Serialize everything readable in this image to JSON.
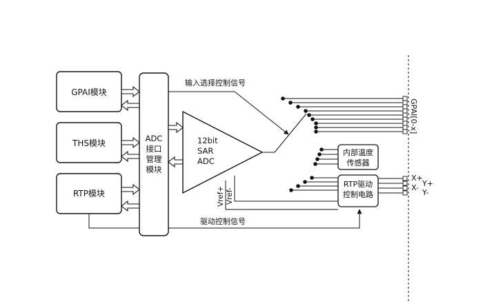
{
  "blocks": {
    "gpai": "GPAI模块",
    "ths": "THS模块",
    "rtp": "RTP模块",
    "adc_if": [
      "ADC",
      "接口",
      "管理",
      "模块"
    ],
    "sar": [
      "12bit",
      "SAR",
      "ADC"
    ],
    "temp_sensor": [
      "内部温度",
      "传感器"
    ],
    "rtp_drive": [
      "RTP驱动",
      "控制电路"
    ]
  },
  "signals": {
    "input_select": "输入选择控制信号",
    "drive_ctrl": "驱动控制信号",
    "vref_plus": "Vref+",
    "vref_minus": "Vref-"
  },
  "pins": {
    "gpai_range": "GPAI[0-x]",
    "x_plus": "X+",
    "x_minus": "X-",
    "y_plus": "Y+",
    "y_minus": "Y-"
  },
  "colors": {
    "line": "#111111",
    "fill": "#ffffff"
  }
}
